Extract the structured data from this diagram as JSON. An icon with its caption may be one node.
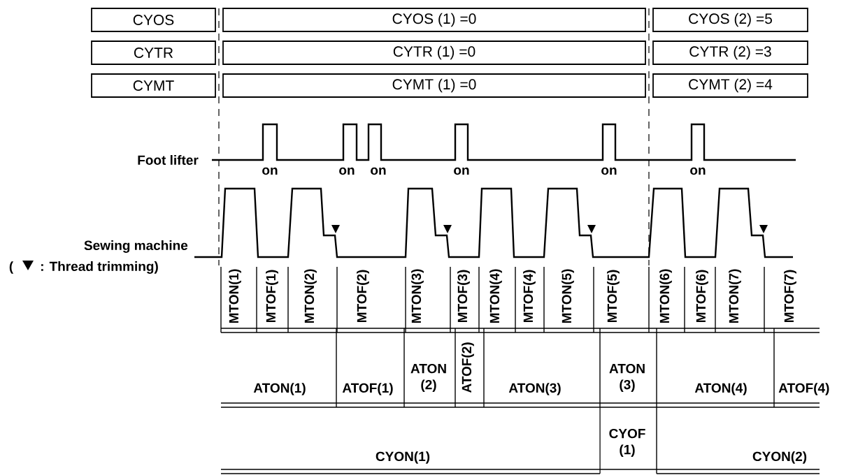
{
  "diagram": {
    "nodes": [
      {
        "text": [
          "CYOS"
        ]
      },
      {
        "text": [
          "CYOS (1) =0"
        ]
      },
      {
        "text": [
          "CYOS (2) =5"
        ]
      },
      {
        "text": [
          "CYTR"
        ]
      },
      {
        "text": [
          "CYTR (1) =0"
        ]
      },
      {
        "text": [
          "CYTR (2) =3"
        ]
      },
      {
        "text": [
          "CYMT"
        ]
      },
      {
        "text": [
          "CYMT (1) =0"
        ]
      },
      {
        "text": [
          "CYMT (2) =4"
        ]
      }
    ],
    "labels": [
      "Foot lifter",
      "on",
      "on",
      "on",
      "on",
      "on",
      "on",
      "Sewing machine",
      "(",
      ": Thread trimming)",
      "MTON(1)",
      "MTOF(1)",
      "MTON(2)",
      "MTOF(2)",
      "MTON(3)",
      "MTOF(3)",
      "MTON(4)",
      "MTOF(4)",
      "MTON(5)",
      "MTOF(5)",
      "MTON(6)",
      "MTOF(6)",
      "MTON(7)",
      "MTOF(7)",
      "ATON(1)",
      "ATOF(1)",
      "ATON (2)",
      "ATOF(2)",
      "ATON(3)",
      "ATON (3)",
      "ATON(4)",
      "ATOF(4)",
      "CYON(1)",
      "CYOF (1)",
      "CYON(2)"
    ]
  }
}
